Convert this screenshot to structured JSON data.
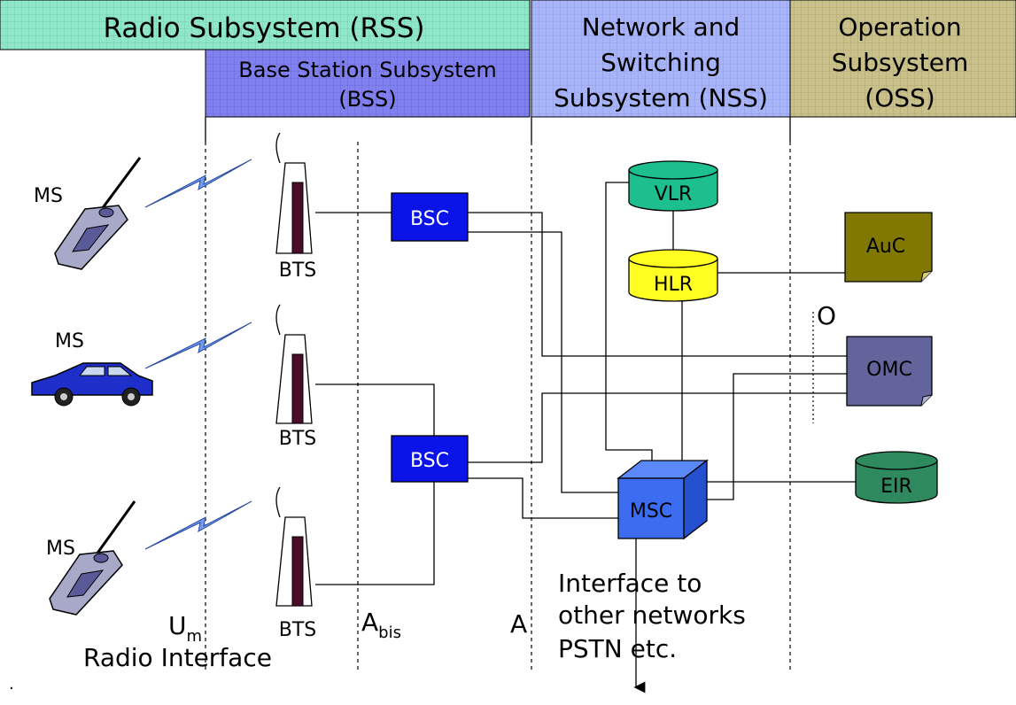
{
  "headers": {
    "rss": "Radio Subsystem (RSS)",
    "bss_line1": "Base Station Subsystem",
    "bss_line2": "(BSS)",
    "nss_line1": "Network and",
    "nss_line2": "Switching",
    "nss_line3": "Subsystem (NSS)",
    "oss_line1": "Operation",
    "oss_line2": "Subsystem",
    "oss_line3": "(OSS)"
  },
  "colors": {
    "rss_header": "#8fe6c8",
    "bss_header": "#8080ee",
    "nss_header": "#a8b4f8",
    "oss_header": "#c9c08a",
    "bsc": "#0a14e8",
    "vlr": "#1dbf8e",
    "hlr": "#ffff22",
    "auc": "#807800",
    "omc": "#64649c",
    "eir": "#2e8a5e",
    "msc": "#3c6cf0",
    "radio_link": "#6f9cf0",
    "tower": "#4a0c2a"
  },
  "nodes": {
    "ms1": "MS",
    "ms2": "MS",
    "ms3": "MS",
    "bts1": "BTS",
    "bts2": "BTS",
    "bts3": "BTS",
    "bsc1": "BSC",
    "bsc2": "BSC",
    "vlr": "VLR",
    "hlr": "HLR",
    "auc": "AuC",
    "omc": "OMC",
    "eir": "EIR",
    "msc": "MSC"
  },
  "interfaces": {
    "um_main": "U",
    "um_sub": "m",
    "abis_main": "A",
    "abis_sub": "bis",
    "a": "A",
    "o": "O",
    "radio_interface": "Radio Interface"
  },
  "notes": {
    "line1": "Interface to",
    "line2": "other networks",
    "line3": "PSTN etc."
  },
  "footer_mark": "."
}
